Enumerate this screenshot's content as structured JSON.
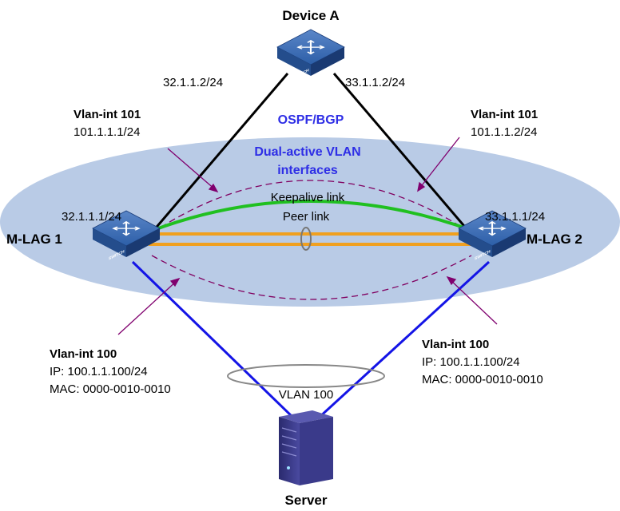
{
  "colors": {
    "ellipse": "#b9cbe6",
    "link_black": "#000000",
    "link_blue": "#1414e6",
    "keepalive": "#20c020",
    "peer": "#f0a020",
    "arc": "#800060",
    "arrow": "#80006e",
    "label_blue": "#2e2ee6"
  },
  "devices": {
    "device_a": {
      "name": "Device A",
      "icon": "switch-icon"
    },
    "mlag1": {
      "name": "M-LAG 1",
      "icon": "switch-icon"
    },
    "mlag2": {
      "name": "M-LAG  2",
      "icon": "switch-icon"
    },
    "server": {
      "name": "Server",
      "icon": "server-icon"
    },
    "switch_text": "SWITCH"
  },
  "routing": {
    "protocol": "OSPF/BGP"
  },
  "dual_active": {
    "line1": "Dual-active VLAN",
    "line2": "interfaces"
  },
  "links": {
    "keepalive": "Keepalive link",
    "peer": "Peer link",
    "vlan100": "VLAN 100"
  },
  "ips": {
    "a_left": "32.1.1.2/24",
    "a_right": "33.1.1.2/24",
    "mlag1": "32.1.1.1/24",
    "mlag2": "33.1.1.1/24"
  },
  "vlan_int_101_left": {
    "title": "Vlan-int 101",
    "ip": "101.1.1.1/24"
  },
  "vlan_int_101_right": {
    "title": "Vlan-int 101",
    "ip": "101.1.1.2/24"
  },
  "vlan_int_100_left": {
    "title": "Vlan-int 100",
    "ip": "IP: 100.1.1.100/24",
    "mac": "MAC: 0000-0010-0010"
  },
  "vlan_int_100_right": {
    "title": "Vlan-int 100",
    "ip": "IP: 100.1.1.100/24",
    "mac": "MAC: 0000-0010-0010"
  }
}
